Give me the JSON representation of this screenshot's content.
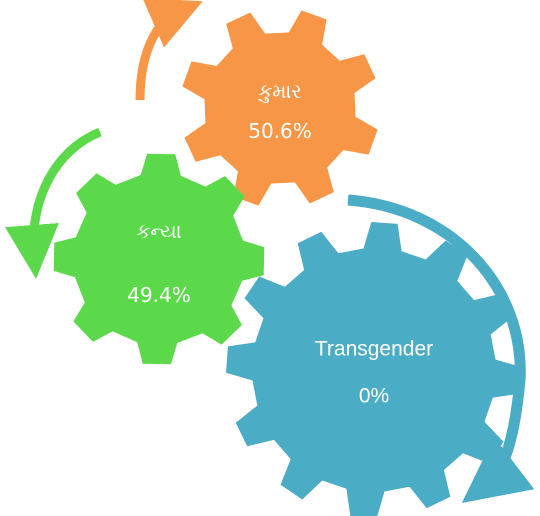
{
  "colors": {
    "kumar": "#f79646",
    "kanya": "#5bd94a",
    "transgender": "#4bacc6",
    "text": "#ffffff"
  },
  "chart_data": {
    "type": "pie",
    "categories": [
      "કુમાર",
      "કન્યા",
      "Transgender"
    ],
    "values": [
      50.6,
      49.4,
      0
    ],
    "labels": [
      "50.6%",
      "49.4%",
      "0%"
    ],
    "title": ""
  }
}
